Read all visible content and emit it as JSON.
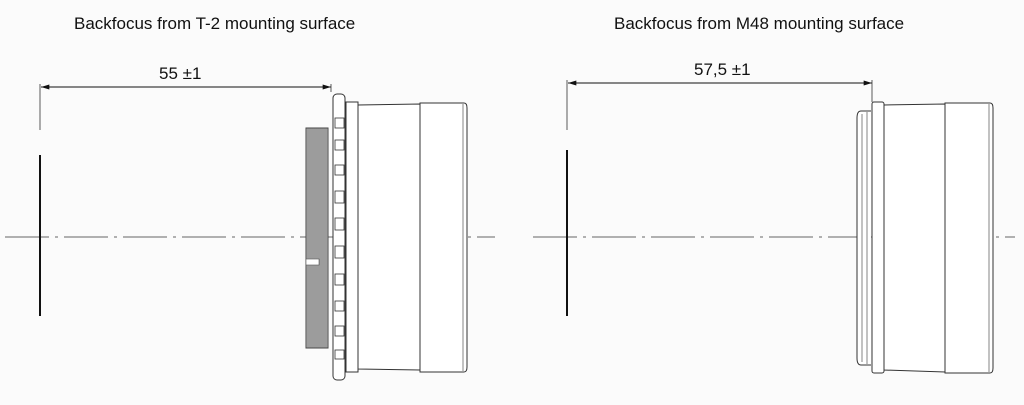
{
  "left": {
    "title": "Backfocus from T-2 mounting surface",
    "dimension": "55 ±1"
  },
  "right": {
    "title": "Backfocus from M48 mounting surface",
    "dimension": "57,5 ±1"
  },
  "colors": {
    "line": "#333333",
    "thread": "#555555",
    "centerline": "#666666"
  }
}
